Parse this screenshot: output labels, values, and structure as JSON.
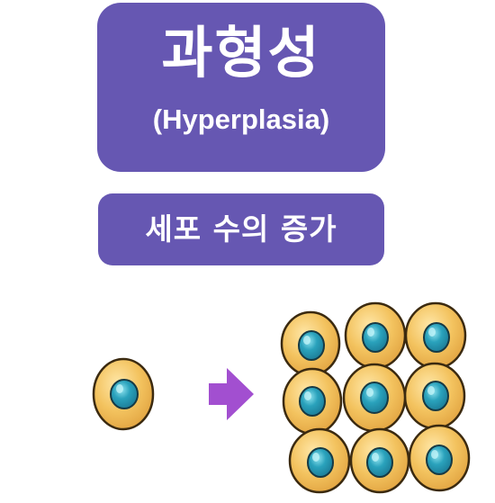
{
  "title": {
    "korean": "과형성",
    "english": "(Hyperplasia)"
  },
  "subtitle": "세포 수의 증가",
  "colors": {
    "box": "#6657b2",
    "cell_fill": "#f3c35f",
    "cell_outline": "#3b2a10",
    "nucleus_fill": "#2aa2bc",
    "arrow": "#a24fd0"
  },
  "diagram": {
    "before_cell_count": 1,
    "after_cell_count": 9,
    "arrow_icon": "right-arrow-icon"
  }
}
